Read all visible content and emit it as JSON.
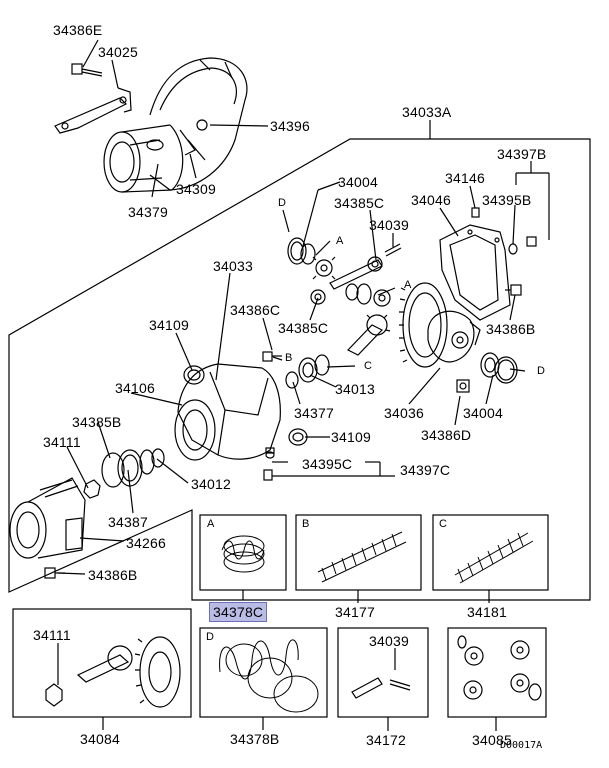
{
  "diagram_code": "D00017A",
  "parts": {
    "p34386E": "34386E",
    "p34025": "34025",
    "p34396": "34396",
    "p34309": "34309",
    "p34379": "34379",
    "p34033A": "34033A",
    "p34004_top": "34004",
    "p34385C_top": "34385C",
    "p34039_top": "34039",
    "p34146": "34146",
    "p34397B": "34397B",
    "p34046": "34046",
    "p34395B": "34395B",
    "p34033": "34033",
    "p34386C": "34386C",
    "p34385C_mid": "34385C",
    "p34386B_right": "34386B",
    "p34109_top": "34109",
    "p34013": "34013",
    "p34106": "34106",
    "p34377": "34377",
    "p34036": "34036",
    "p34004_right": "34004",
    "p34385B": "34385B",
    "p34109_mid": "34109",
    "p34386D": "34386D",
    "p34111_top": "34111",
    "p34395C": "34395C",
    "p34397C": "34397C",
    "p34012": "34012",
    "p34387": "34387",
    "p34266": "34266",
    "p34386B_left": "34386B",
    "p34378C": "34378C",
    "p34177": "34177",
    "p34181": "34181",
    "p34111_bot": "34111",
    "p34039_bot": "34039",
    "p34084": "34084",
    "p34378B": "34378B",
    "p34172": "34172",
    "p34085": "34085"
  },
  "callouts": {
    "A": "A",
    "B": "B",
    "C": "C",
    "D": "D"
  },
  "highlight_color": "#b9bde6"
}
